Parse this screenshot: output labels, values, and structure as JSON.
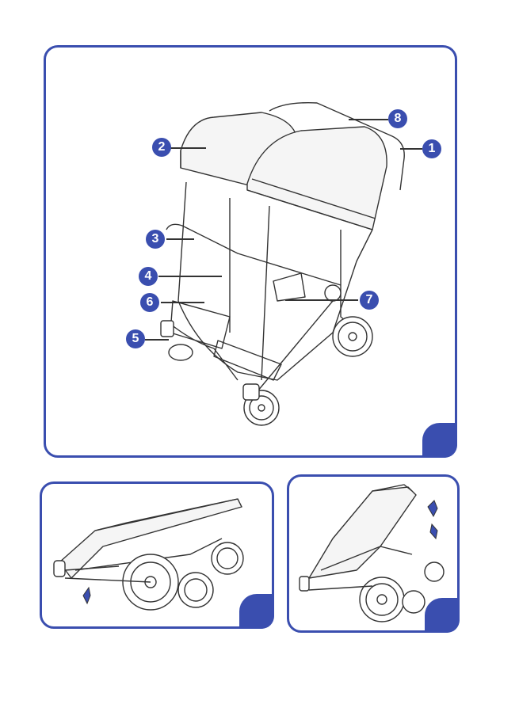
{
  "colors": {
    "accent": "#3a4eaf",
    "line": "#333333"
  },
  "callouts": {
    "c1": "1",
    "c2": "2",
    "c3": "3",
    "c4": "4",
    "c5": "5",
    "c6": "6",
    "c7": "7",
    "c8": "8"
  },
  "panels": {
    "main": "stroller-overview",
    "bottom_left": "folded-stroller",
    "bottom_right": "folding-stroller"
  }
}
